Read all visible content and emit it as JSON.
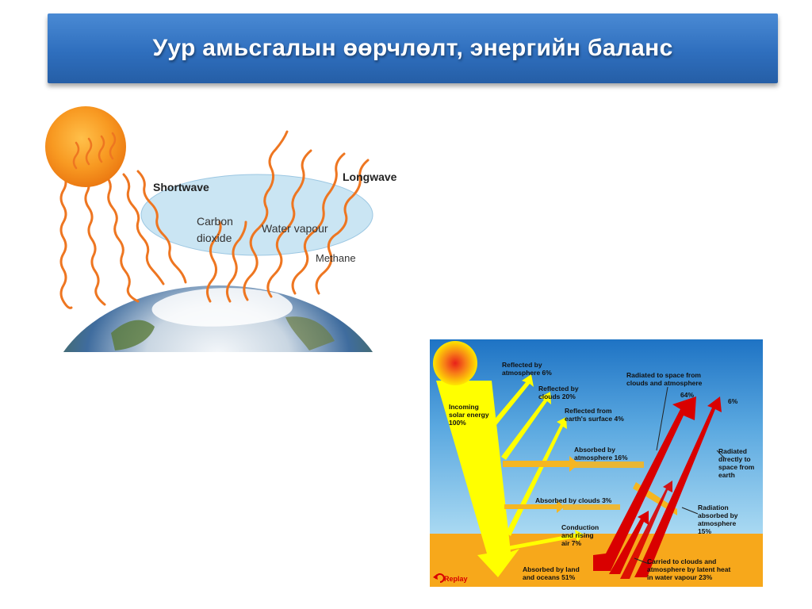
{
  "slide": {
    "title": "Уур амьсгалын өөрчлөлт, энергийн баланс"
  },
  "greenhouse": {
    "shortwave": "Shortwave",
    "longwave": "Longwave",
    "carbon_dioxide_line1": "Carbon",
    "carbon_dioxide_line2": "dioxide",
    "water_vapour": "Water vapour",
    "methane": "Methane",
    "icons": [
      "sun-icon",
      "earth-icon"
    ]
  },
  "budget": {
    "incoming_line1": "Incoming",
    "incoming_line2": "solar energy",
    "incoming_line3": "100%",
    "refl_atm_line1": "Reflected by",
    "refl_atm_line2": "atmosphere 6%",
    "refl_clouds_line1": "Reflected by",
    "refl_clouds_line2": "clouds 20%",
    "refl_surface_line1": "Reflected  from",
    "refl_surface_line2": "earth's surface  4%",
    "abs_atm_line1": "Absorbed by",
    "abs_atm_line2": "atmosphere 16%",
    "abs_clouds": "Absorbed by clouds 3%",
    "conduction_line1": "Conduction",
    "conduction_line2": "and rising",
    "conduction_line3": "air 7%",
    "abs_land_line1": "Absorbed by land",
    "abs_land_line2": "and oceans 51%",
    "rad_space_line1": "Radiated to  space from",
    "rad_space_line2": "clouds and atmosphere",
    "pct_64": "64%",
    "pct_6": "6%",
    "rad_direct_line1": "Radiated",
    "rad_direct_line2": "directly to",
    "rad_direct_line3": "space from",
    "rad_direct_line4": "earth",
    "rad_abs_line1": "Radiation",
    "rad_abs_line2": "absorbed by",
    "rad_abs_line3": "atmosphere",
    "rad_abs_line4": "15%",
    "latent_line1": "Carried to clouds and",
    "latent_line2": "atmosphere by latent heat",
    "latent_line3": "in water vapour 23%",
    "replay": "Replay",
    "colors": {
      "sky_top": "#1e73c4",
      "sky_bottom": "#9fd3ef",
      "ground": "#f7a81b",
      "incoming": "#ffff00",
      "outgoing": "#d90000",
      "wave": "#ee7621"
    }
  }
}
